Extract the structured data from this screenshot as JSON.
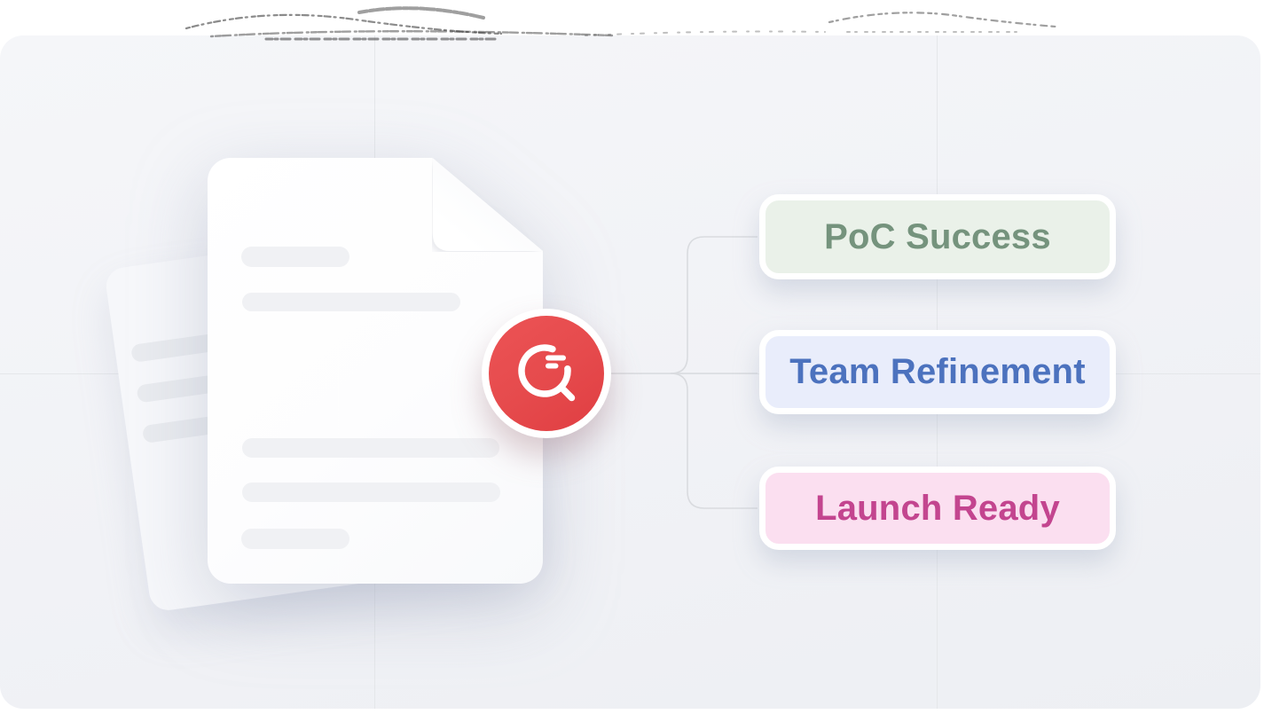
{
  "canvas": {
    "background": "#f2f3f6",
    "grid_line_color": "#e5e7ea",
    "connector_color": "#d9dbdf"
  },
  "document": {
    "icon": "document-stack",
    "badge": {
      "icon": "search-icon",
      "background": "#e64b4d",
      "glyph_color": "#ffffff"
    }
  },
  "labels": {
    "items": [
      {
        "label": "PoC Success",
        "text_color": "#75937d",
        "background": "#eaf1e9"
      },
      {
        "label": "Team Refinement",
        "text_color": "#4c72be",
        "background": "#e9edfb"
      },
      {
        "label": "Launch Ready",
        "text_color": "#c3458f",
        "background": "#fbdff0"
      }
    ]
  }
}
